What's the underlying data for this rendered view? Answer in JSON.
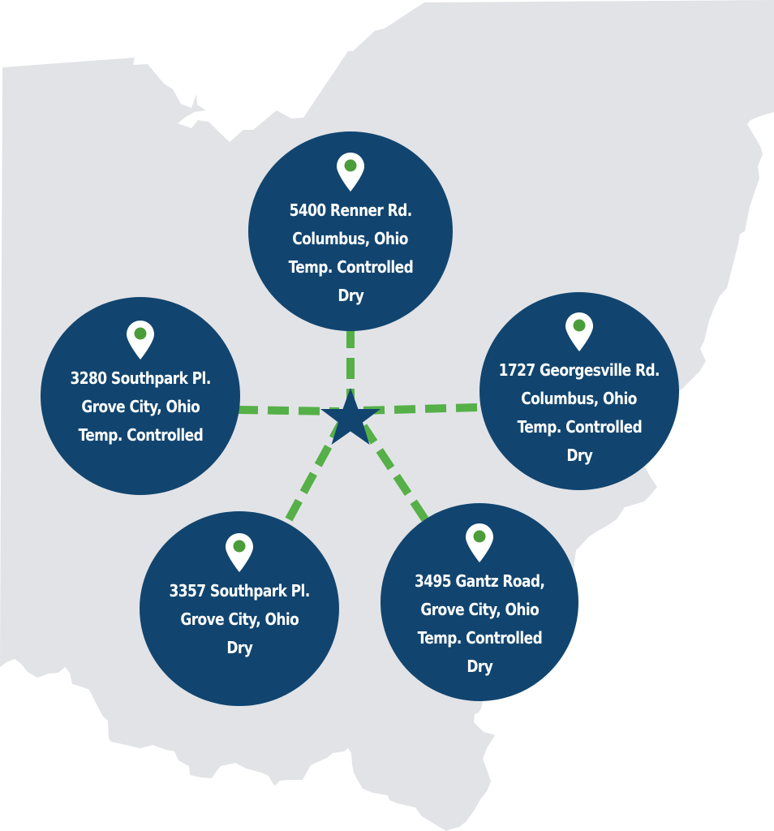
{
  "colors": {
    "map_fill": "#e2e3e7",
    "background": "#ffffff",
    "circle_fill": "#11456f",
    "connector_green": "#55b047",
    "pin_white": "#ffffff",
    "pin_dot": "#4a9d3a",
    "text": "#ffffff"
  },
  "map": {
    "region": "Ohio",
    "icon": "ohio-state-outline"
  },
  "hub": {
    "icon": "star-icon"
  },
  "locations": [
    {
      "id": "renner",
      "icon": "map-pin-icon",
      "lines": [
        "5400 Renner Rd.",
        "Columbus, Ohio",
        "Temp. Controlled",
        "Dry"
      ]
    },
    {
      "id": "southpark-3280",
      "icon": "map-pin-icon",
      "lines": [
        "3280 Southpark Pl.",
        "Grove City, Ohio",
        "Temp. Controlled"
      ]
    },
    {
      "id": "georgesville",
      "icon": "map-pin-icon",
      "lines": [
        "1727 Georgesville Rd.",
        "Columbus, Ohio",
        "Temp. Controlled",
        "Dry"
      ]
    },
    {
      "id": "southpark-3357",
      "icon": "map-pin-icon",
      "lines": [
        "3357 Southpark Pl.",
        "Grove City, Ohio",
        "Dry"
      ]
    },
    {
      "id": "gantz",
      "icon": "map-pin-icon",
      "lines": [
        "3495 Gantz Road,",
        "Grove City, Ohio",
        "Temp. Controlled",
        "Dry"
      ]
    }
  ]
}
